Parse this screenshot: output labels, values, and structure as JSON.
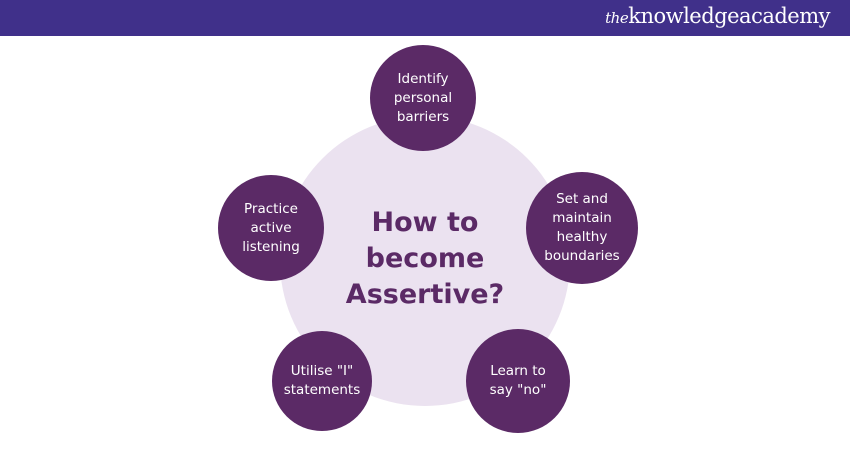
{
  "brand": {
    "the": "the",
    "name": "knowledgeacademy"
  },
  "center_text": [
    "How to",
    "become",
    "Assertive?"
  ],
  "nodes": [
    {
      "label": "Identify personal barriers"
    },
    {
      "label": "Set and maintain healthy boundaries"
    },
    {
      "label": "Learn to say \"no\""
    },
    {
      "label": "Utilise \"I\" statements"
    },
    {
      "label": "Practice active listening"
    }
  ],
  "colors": {
    "header": "#40308a",
    "node": "#5b2a66",
    "hub": "#ebe2f0"
  }
}
